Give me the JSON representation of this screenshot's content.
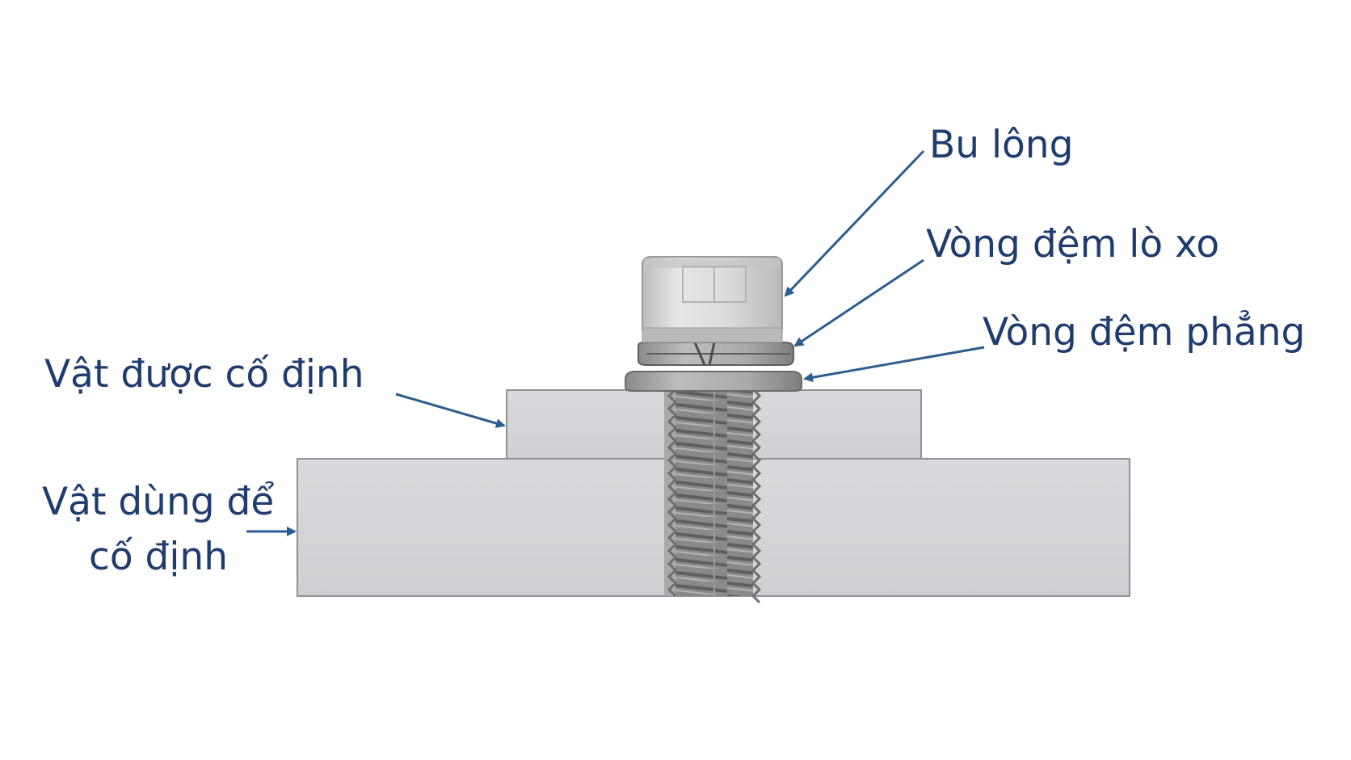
{
  "labels": {
    "bolt": "Bu lông",
    "spring_washer": "Vòng đệm lò xo",
    "flat_washer": "Vòng đệm phẳng",
    "fixed_object": "Vật được cố định",
    "base_object_line1": "Vật dùng để",
    "base_object_line2": "cố định"
  },
  "colors": {
    "label_text": "#1f3c6e",
    "leader_line": "#2b5d8f",
    "block_fill": "#d4d5d8",
    "block_edge": "#8f9093",
    "bolt_metal": "#d9d9d9",
    "thread_metal": "#7c7c7e"
  }
}
